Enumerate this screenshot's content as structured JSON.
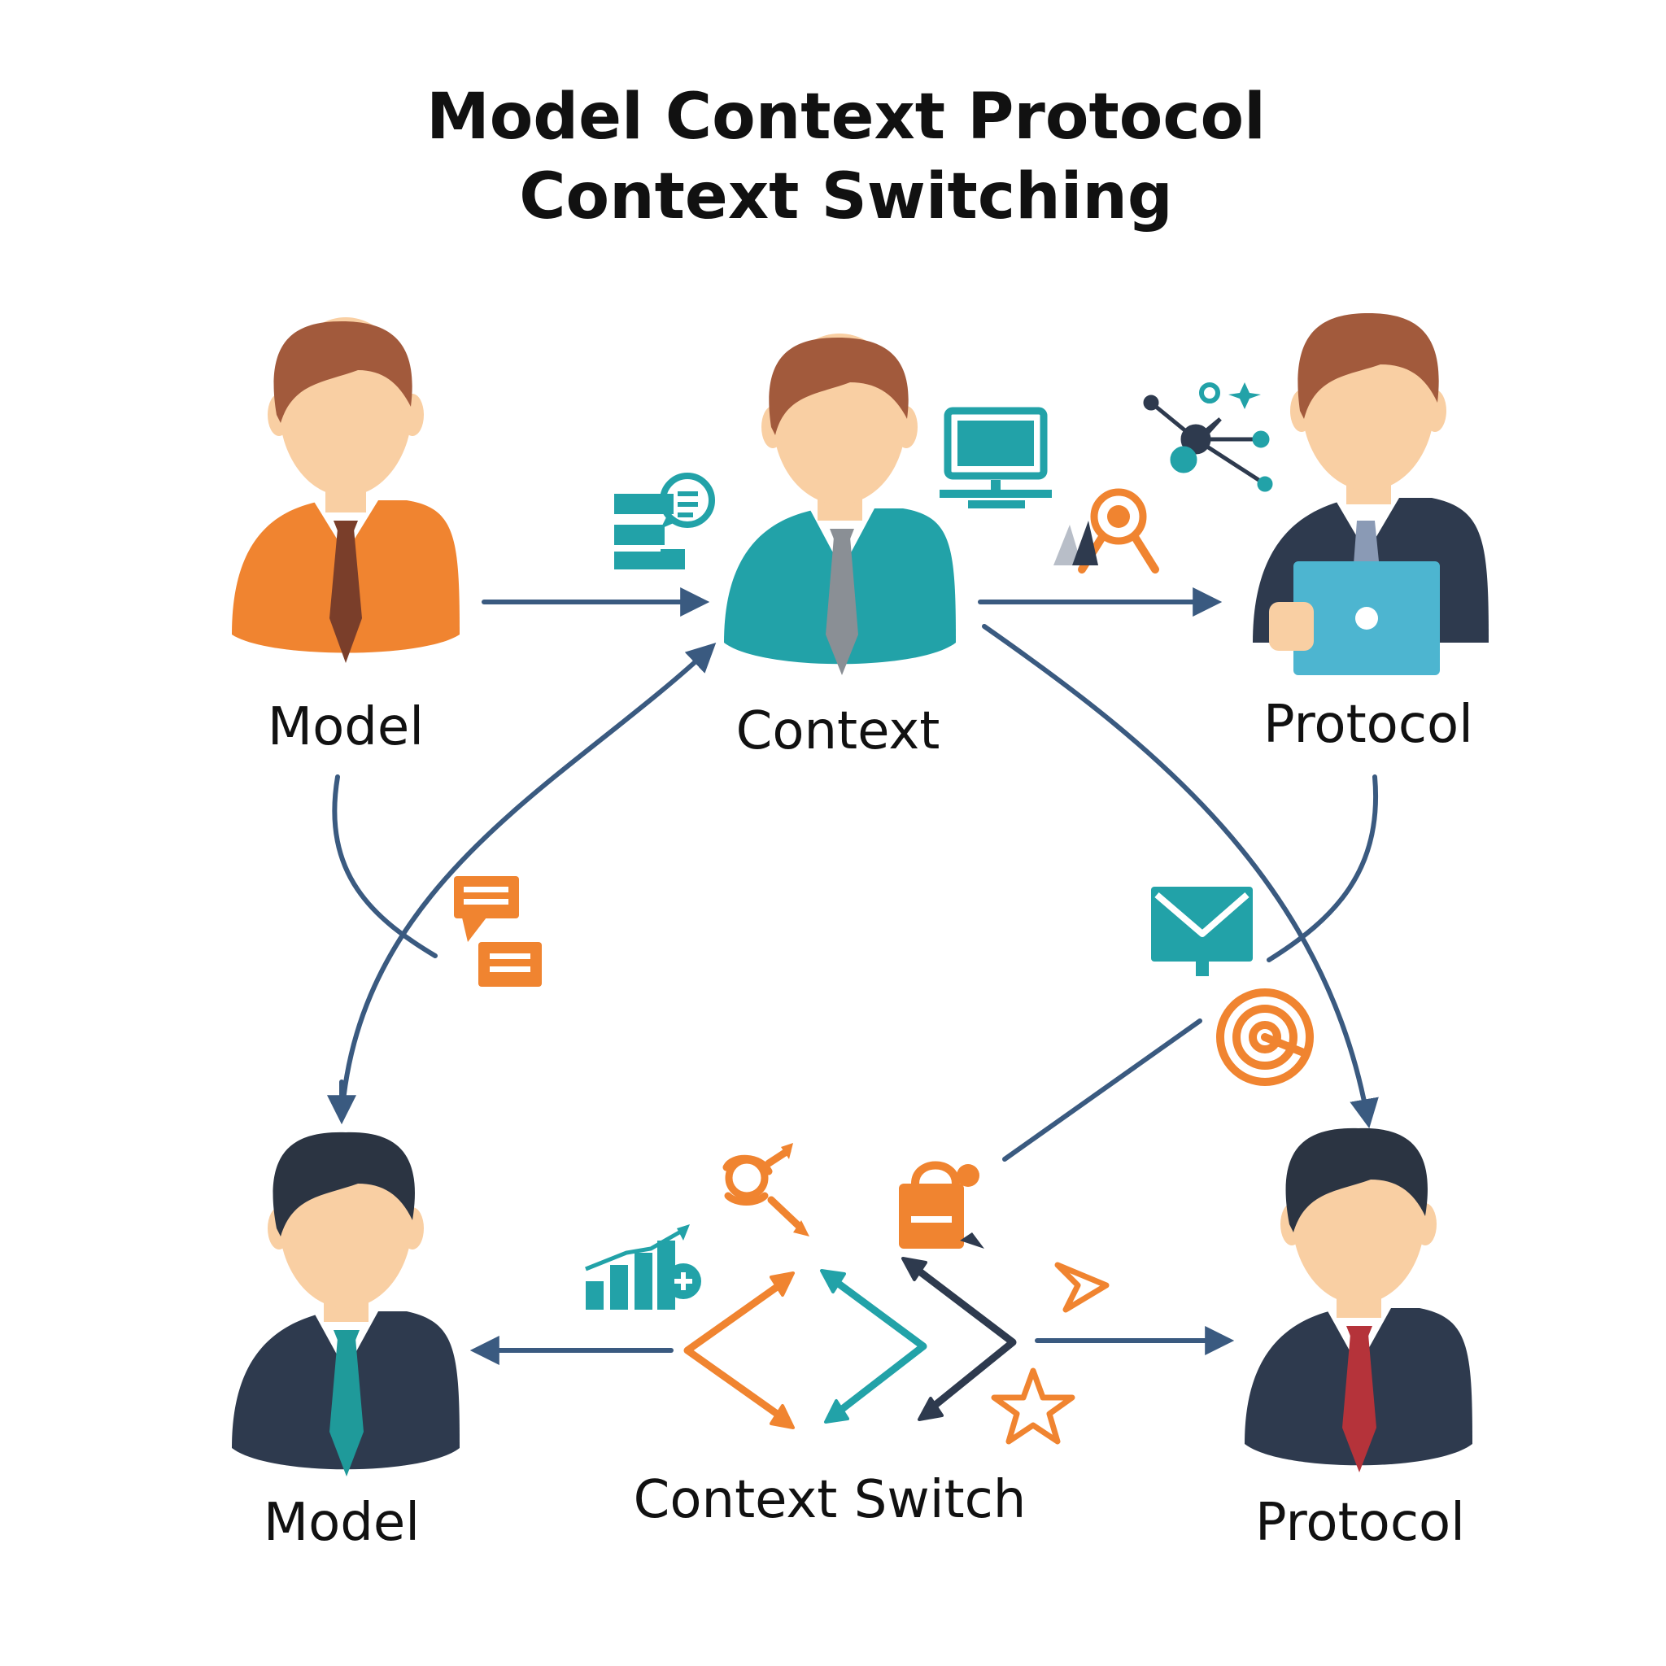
{
  "title": {
    "line1": "Model Context Protocol",
    "line2": "Context Switching"
  },
  "nodes": {
    "model_top": {
      "label": "Model"
    },
    "context": {
      "label": "Context"
    },
    "protocol_top": {
      "label": "Protocol"
    },
    "model_bottom": {
      "label": "Model"
    },
    "context_switch": {
      "label": "Context Switch"
    },
    "protocol_bottom": {
      "label": "Protocol"
    }
  },
  "colors": {
    "orange": "#F08430",
    "teal": "#22A2A8",
    "navy": "#2E3A4E",
    "arrow": "#3A5A80",
    "skin": "#F9CFA3",
    "hair_brown": "#A25A3C",
    "hair_dark": "#2B3442",
    "laptop": "#4DB5D0",
    "tie_red": "#B5333A"
  },
  "icons": [
    "chat-puzzle-icon",
    "monitor-icon",
    "award-ribbon-icon",
    "network-nodes-icon",
    "message-cards-icon",
    "envelope-icon",
    "target-icon",
    "growth-chart-icon",
    "people-refresh-icon",
    "lock-bag-icon",
    "play-triangle-icon",
    "star-icon"
  ]
}
